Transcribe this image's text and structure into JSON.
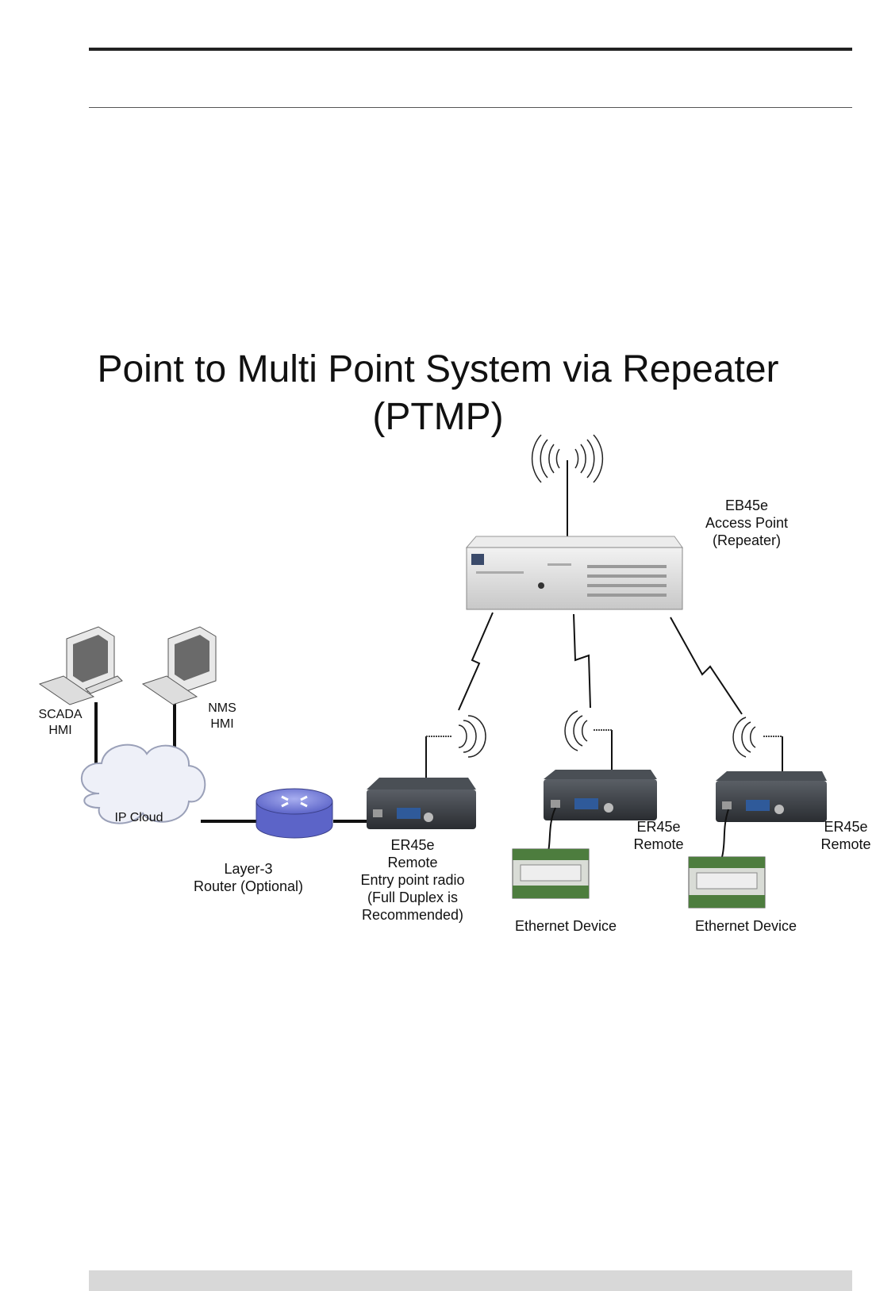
{
  "title": {
    "line1": "Point to Multi Point System via Repeater",
    "line2": "(PTMP)"
  },
  "access_point": {
    "line1": "EB45e",
    "line2": "Access Point",
    "line3": "(Repeater)"
  },
  "scada": {
    "line1": "SCADA",
    "line2": "HMI"
  },
  "nms": {
    "line1": "NMS",
    "line2": "HMI"
  },
  "cloud": {
    "label": "IP Cloud"
  },
  "router": {
    "line1": "Layer-3",
    "line2": "Router (Optional)"
  },
  "entry_remote": {
    "line1": "ER45e",
    "line2": "Remote",
    "line3": "Entry point radio",
    "line4": "(Full Duplex is",
    "line5": "Recommended)"
  },
  "remote2": {
    "line1": "ER45e",
    "line2": "Remote"
  },
  "remote3": {
    "line1": "ER45e",
    "line2": "Remote"
  },
  "device1": {
    "label": "Ethernet Device"
  },
  "device2": {
    "label": "Ethernet Device"
  },
  "colors": {
    "router": "#6f78d8",
    "cloud": "#e8ebf5",
    "radio": "#3a3f45",
    "device": "#4d7d3e"
  }
}
